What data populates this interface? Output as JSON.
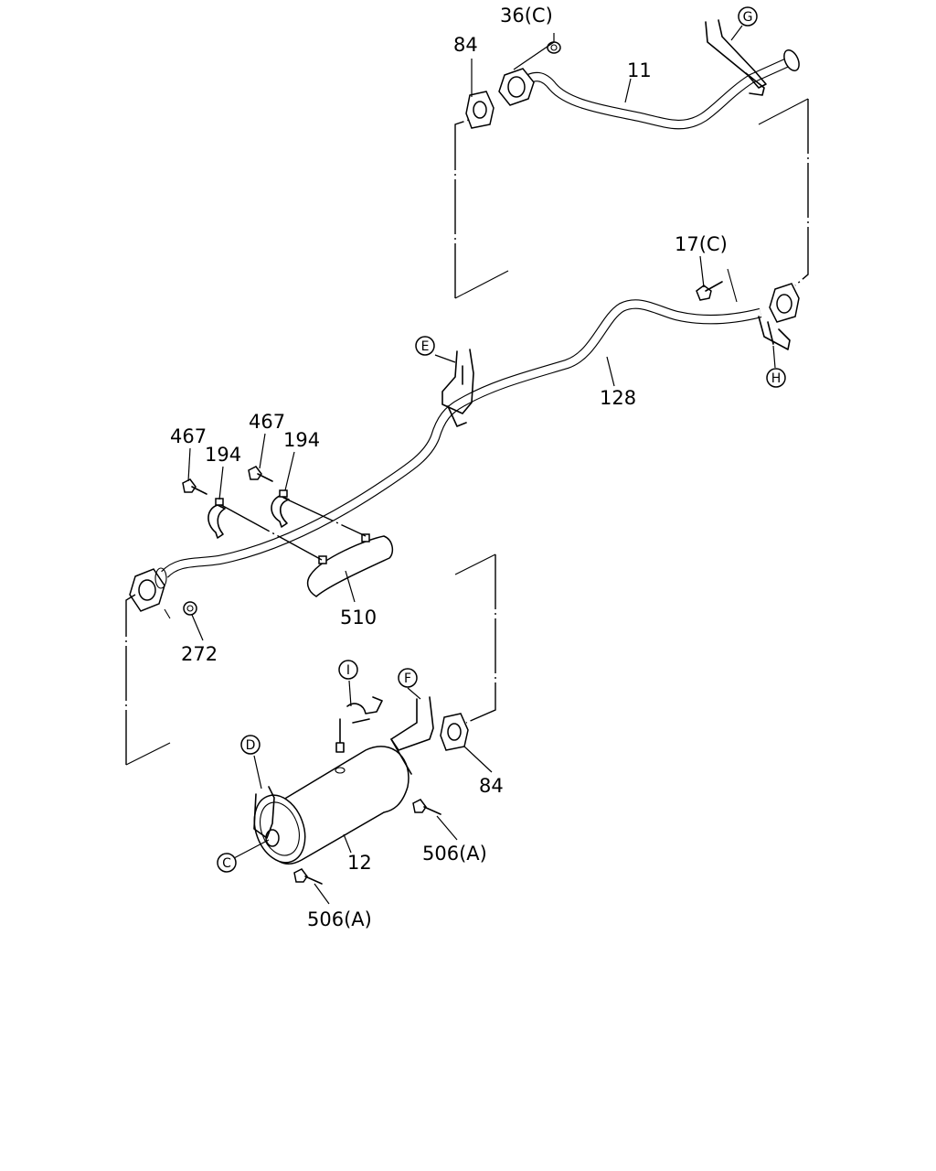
{
  "callouts": {
    "p11": "11",
    "p12": "12",
    "p17c": "17(C)",
    "p36c": "36(C)",
    "p84_top": "84",
    "p84_bottom": "84",
    "p128": "128",
    "p194_a": "194",
    "p194_b": "194",
    "p272": "272",
    "p467_a": "467",
    "p467_b": "467",
    "p506a_right": "506(A)",
    "p506a_bottom": "506(A)",
    "p510": "510"
  },
  "refs": {
    "c": "C",
    "d": "D",
    "e": "E",
    "f": "F",
    "g": "G",
    "h": "H",
    "i": "I"
  }
}
